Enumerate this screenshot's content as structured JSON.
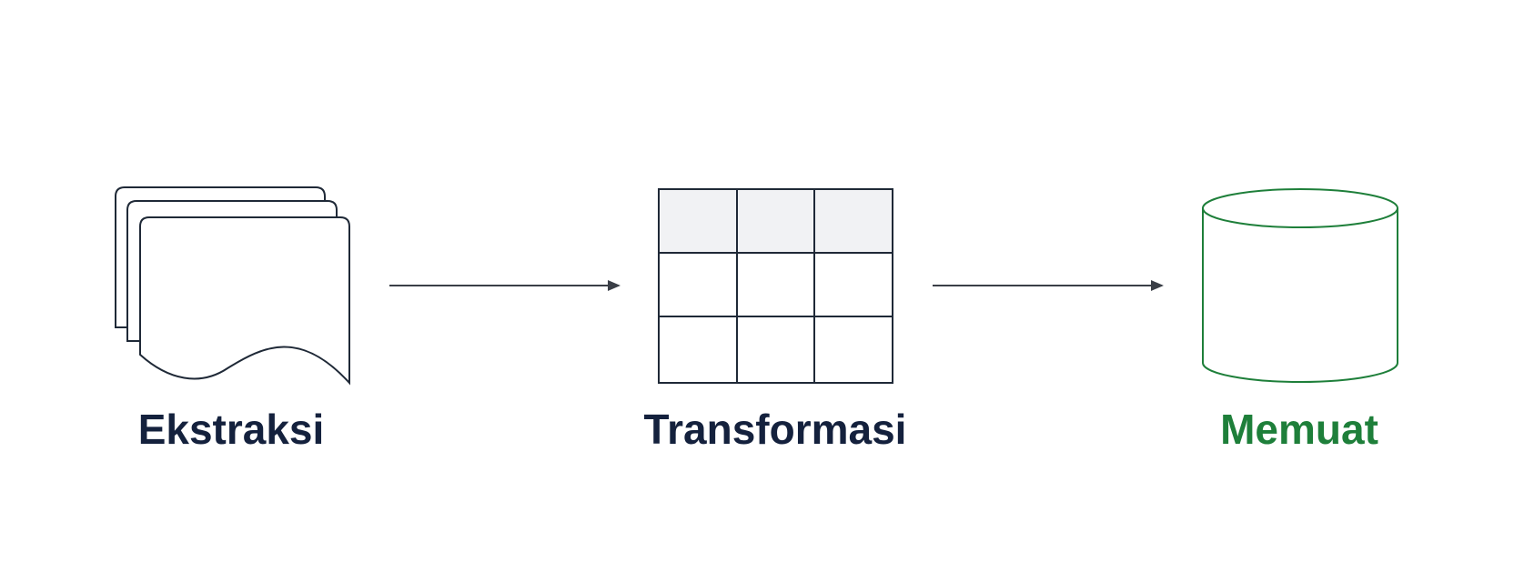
{
  "steps": {
    "extract": {
      "label": "Ekstraksi",
      "icon": "stacked-documents-icon"
    },
    "transform": {
      "label": "Transformasi",
      "icon": "table-grid-icon"
    },
    "load": {
      "label": "Memuat",
      "icon": "database-cylinder-icon"
    }
  },
  "colors": {
    "ink": "#1f2937",
    "label_dark": "#14213d",
    "accent_green": "#1e7f3a",
    "header_fill": "#f1f2f4",
    "arrow": "#3a3f47"
  }
}
